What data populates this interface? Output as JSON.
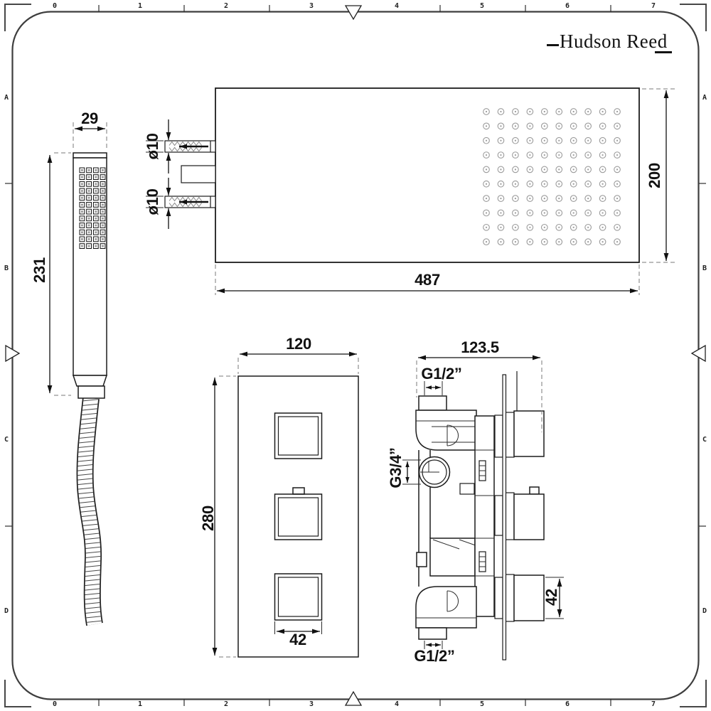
{
  "brand": {
    "name": "Hudson Reed"
  },
  "ruler": {
    "top": [
      "0",
      "1",
      "2",
      "3",
      "4",
      "5",
      "6",
      "7"
    ],
    "bottom": [
      "0",
      "1",
      "2",
      "3",
      "4",
      "5",
      "6",
      "7"
    ],
    "left": [
      "A",
      "B",
      "C",
      "D"
    ],
    "right": [
      "A",
      "B",
      "C",
      "D"
    ]
  },
  "dimensions": {
    "handset_width": "29",
    "handset_height": "231",
    "head_inlet_top": "ø10",
    "head_inlet_bottom": "ø10",
    "head_width": "487",
    "head_height": "200",
    "valve_width": "120",
    "valve_height": "280",
    "valve_control": "42",
    "side_width": "123.5",
    "side_inlet_top": "G1/2”",
    "side_outlet": "G3/4”",
    "side_knob": "42",
    "side_inlet_bottom": "G1/2”"
  },
  "colors": {
    "line": "#1c1c1c",
    "gray": "#9b9b9b",
    "frame": "#3e3e3e",
    "background": "#ffffff"
  }
}
